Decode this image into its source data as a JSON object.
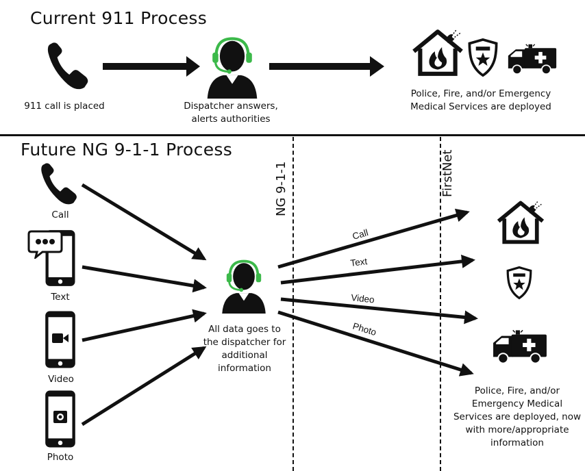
{
  "current": {
    "title": "Current 911 Process",
    "call_caption": "911 call is placed",
    "dispatcher_caption": "Dispatcher answers, alerts authorities",
    "services_caption": "Police, Fire, and/or Emergency Medical Services are deployed"
  },
  "future": {
    "title": "Future NG 9-1-1 Process",
    "ng911_label": "NG 9-1-1",
    "firstnet_label": "FirstNet",
    "inputs": [
      {
        "label": "Call",
        "icon": "phone-icon"
      },
      {
        "label": "Text",
        "icon": "text-message-icon"
      },
      {
        "label": "Video",
        "icon": "video-icon"
      },
      {
        "label": "Photo",
        "icon": "photo-icon"
      }
    ],
    "dispatcher_caption": "All data goes to the dispatcher for additional information",
    "outputs": [
      "Call",
      "Text",
      "Video",
      "Photo"
    ],
    "services_caption": "Police, Fire, and/or Emergency Medical Services are deployed, now with more/appropriate information"
  },
  "colors": {
    "accent": "#3cb94a",
    "ink": "#111111"
  }
}
